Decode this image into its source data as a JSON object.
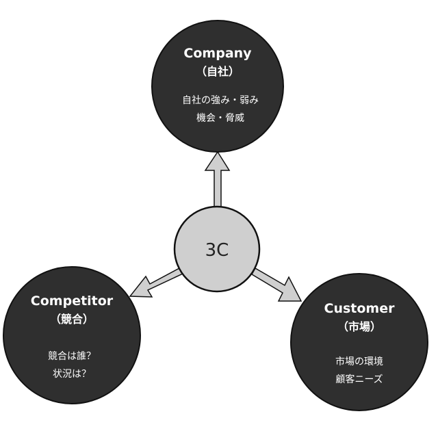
{
  "colors": {
    "dark": "#2f2f2f",
    "light": "#cfcfcf",
    "stroke": "#111111"
  },
  "center": {
    "label": "3C"
  },
  "company": {
    "title": "Company",
    "subtitle": "（自社）",
    "lines": [
      "自社の強み・弱み",
      "機会・脅威"
    ]
  },
  "competitor": {
    "title": "Competitor",
    "subtitle": "（競合）",
    "lines": [
      "競合は誰？",
      "状況は？"
    ]
  },
  "customer": {
    "title": "Customer",
    "subtitle": "（市場）",
    "lines": [
      "市場の環境",
      "顧客ニーズ"
    ]
  }
}
